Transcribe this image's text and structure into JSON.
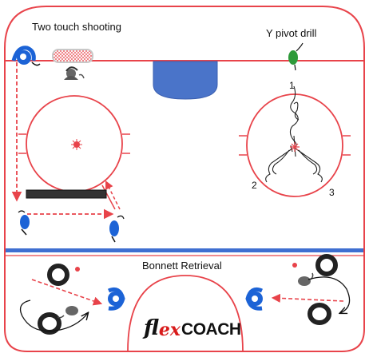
{
  "drills": {
    "top_left_title": "Two touch shooting",
    "top_right_title": "Y pivot drill",
    "bottom_title": "Bonnett Retrieval"
  },
  "y_pivot_numbers": {
    "one": "1",
    "two": "2",
    "three": "3"
  },
  "brand": {
    "part1": "fl",
    "part2": "ex",
    "part3": "COACH"
  },
  "colors": {
    "rink_red": "#e8434a",
    "blue_line": "#3f6fd1",
    "goal_crease_blue": "#4a74c9",
    "player_blue": "#1c63d6",
    "player_green": "#2e9a3a",
    "coach_gray": "#555555",
    "tire_black": "#222222"
  }
}
